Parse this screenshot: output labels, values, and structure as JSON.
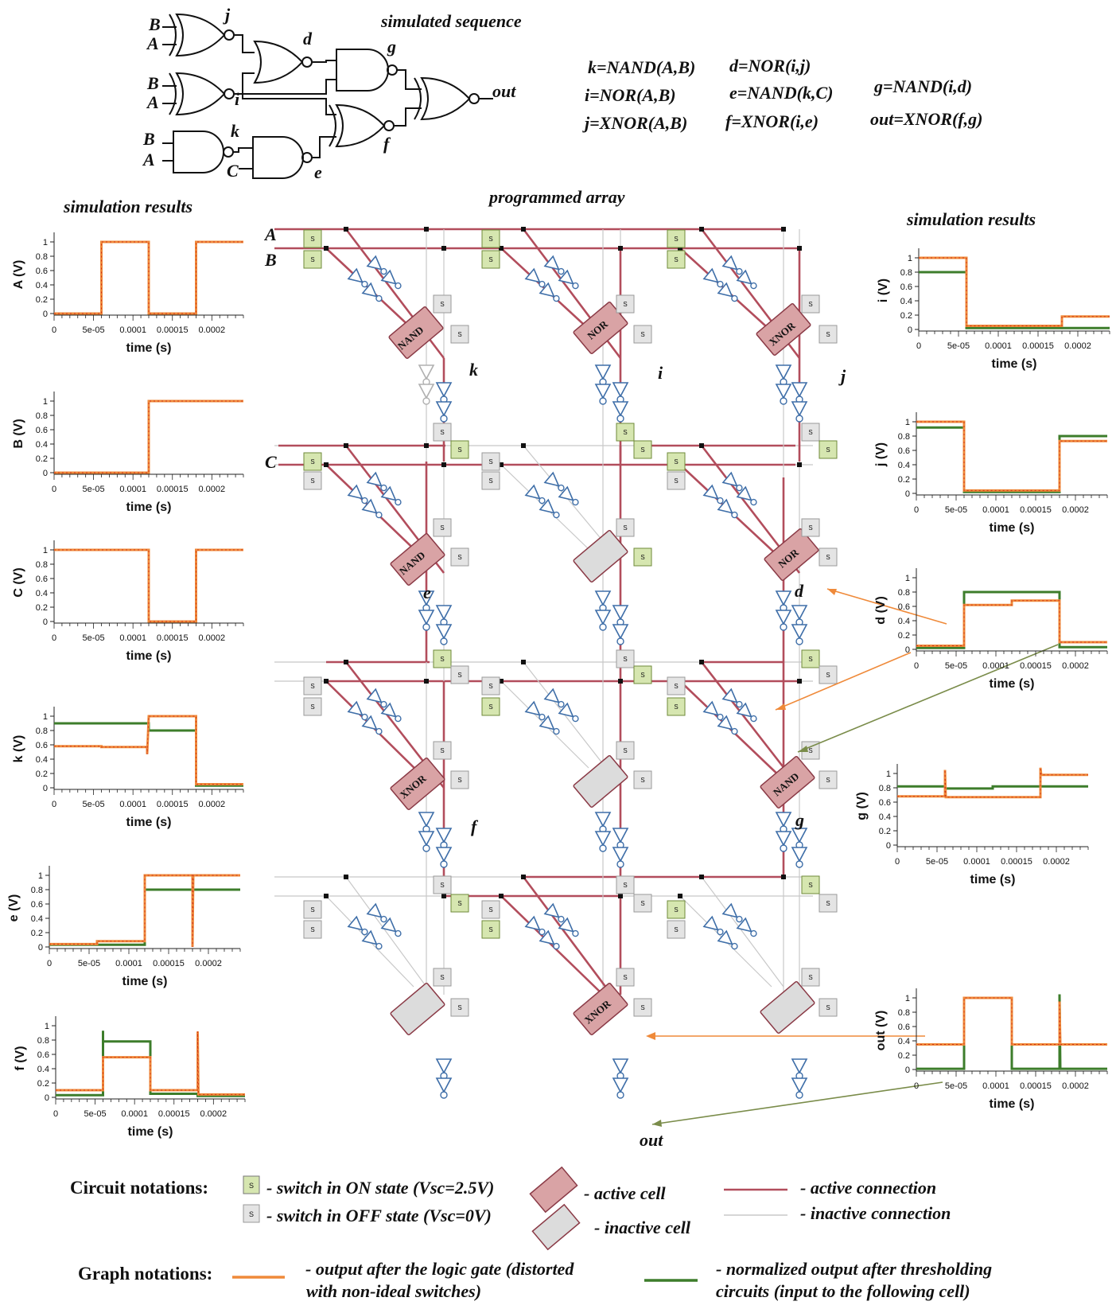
{
  "colors": {
    "orange": "#ef8a3a",
    "green": "#3d7d2b",
    "red": "#d0341c",
    "active_conn": "#b24d5c",
    "inactive_conn": "#c8c8c8",
    "active_cell": "#d9a3a5",
    "inactive_cell": "#dcdcdc",
    "switch_on": "#d6e6b0",
    "switch_off": "#e4e4e4",
    "buffer": "#3e6ea8"
  },
  "headers": {
    "simulated_sequence": "simulated sequence",
    "programmed_array": "programmed array",
    "simulation_results_left": "simulation results",
    "simulation_results_right": "simulation results"
  },
  "equations": [
    "k=NAND(A,B)",
    "i=NOR(A,B)",
    "j=XNOR(A,B)",
    "d=NOR(i,j)",
    "e=NAND(k,C)",
    "f=XNOR(i,e)",
    "g=NAND(i,d)",
    "out=XNOR(f,g)"
  ],
  "schematic_labels": [
    "B",
    "A",
    "j",
    "d",
    "g",
    "out",
    "B",
    "A",
    "i",
    "B",
    "A",
    "k",
    "C",
    "e",
    "f"
  ],
  "array": {
    "row_labels": [
      "A",
      "B",
      "C"
    ],
    "switch_label": "S",
    "cell_labels": [
      "NAND",
      "NOR",
      "XNOR",
      "NAND",
      "NOR",
      "XNOR",
      "NAND",
      "XNOR"
    ],
    "node_labels": [
      "k",
      "i",
      "j",
      "e",
      "d",
      "f",
      "g",
      "out"
    ]
  },
  "chart_data": [
    {
      "type": "line",
      "ylabel": "A (V)",
      "xlabel": "time (s)",
      "yticks": [
        "0",
        "0.2",
        "0.4",
        "0.6",
        "0.8",
        "1"
      ],
      "xticks": [
        "0",
        "5e-05",
        "0.0001",
        "0.00015",
        "0.0002"
      ],
      "ylim": [
        0,
        1
      ],
      "xlim": [
        0,
        0.00024
      ],
      "series": [
        {
          "color": "orange",
          "points": [
            [
              0,
              0
            ],
            [
              6e-05,
              0
            ],
            [
              6e-05,
              1
            ],
            [
              0.00012,
              1
            ],
            [
              0.00012,
              0
            ],
            [
              0.00018,
              0
            ],
            [
              0.00018,
              1
            ],
            [
              0.00024,
              1
            ]
          ]
        }
      ]
    },
    {
      "type": "line",
      "ylabel": "B (V)",
      "xlabel": "time (s)",
      "yticks": [
        "0",
        "0.2",
        "0.4",
        "0.6",
        "0.8",
        "1"
      ],
      "xticks": [
        "0",
        "5e-05",
        "0.0001",
        "0.00015",
        "0.0002"
      ],
      "ylim": [
        0,
        1
      ],
      "xlim": [
        0,
        0.00024
      ],
      "series": [
        {
          "color": "orange",
          "points": [
            [
              0,
              0
            ],
            [
              0.00012,
              0
            ],
            [
              0.00012,
              1
            ],
            [
              0.00024,
              1
            ]
          ]
        }
      ]
    },
    {
      "type": "line",
      "ylabel": "C (V)",
      "xlabel": "time (s)",
      "yticks": [
        "0",
        "0.2",
        "0.4",
        "0.6",
        "0.8",
        "1"
      ],
      "xticks": [
        "0",
        "5e-05",
        "0.0001",
        "0.00015",
        "0.0002"
      ],
      "ylim": [
        0,
        1
      ],
      "xlim": [
        0,
        0.00024
      ],
      "series": [
        {
          "color": "orange",
          "points": [
            [
              0,
              1
            ],
            [
              0.00012,
              1
            ],
            [
              0.00012,
              0
            ],
            [
              0.00018,
              0
            ],
            [
              0.00018,
              1
            ],
            [
              0.00024,
              1
            ]
          ]
        }
      ]
    },
    {
      "type": "line",
      "ylabel": "k (V)",
      "xlabel": "time (s)",
      "yticks": [
        "0",
        "0.2",
        "0.4",
        "0.6",
        "0.8",
        "1"
      ],
      "xticks": [
        "0",
        "5e-05",
        "0.0001",
        "0.00015",
        "0.0002"
      ],
      "ylim": [
        0,
        1
      ],
      "xlim": [
        0,
        0.00024
      ],
      "series": [
        {
          "color": "green",
          "points": [
            [
              0,
              0.9
            ],
            [
              0.00012,
              0.9
            ],
            [
              0.00012,
              0.8
            ],
            [
              0.00018,
              0.8
            ],
            [
              0.00018,
              0.03
            ],
            [
              0.00024,
              0.03
            ]
          ]
        },
        {
          "color": "orange",
          "points": [
            [
              0,
              0.58
            ],
            [
              6e-05,
              0.58
            ],
            [
              6e-05,
              0.57
            ],
            [
              0.000118,
              0.57
            ],
            [
              0.000118,
              0.47
            ],
            [
              0.00012,
              1
            ],
            [
              0.00018,
              1
            ],
            [
              0.00018,
              0.05
            ],
            [
              0.00024,
              0.05
            ]
          ]
        }
      ]
    },
    {
      "type": "line",
      "ylabel": "e (V)",
      "xlabel": "time (s)",
      "yticks": [
        "0",
        "0.2",
        "0.4",
        "0.6",
        "0.8",
        "1"
      ],
      "xticks": [
        "0",
        "5e-05",
        "0.0001",
        "0.00015",
        "0.0002"
      ],
      "ylim": [
        0,
        1
      ],
      "xlim": [
        0,
        0.00024
      ],
      "series": [
        {
          "color": "green",
          "points": [
            [
              0,
              0.03
            ],
            [
              0.00012,
              0.03
            ],
            [
              0.00012,
              0.8
            ],
            [
              0.00024,
              0.8
            ]
          ]
        },
        {
          "color": "orange",
          "points": [
            [
              0,
              0.04
            ],
            [
              6e-05,
              0.04
            ],
            [
              6e-05,
              0.08
            ],
            [
              0.00012,
              0.08
            ],
            [
              0.00012,
              1
            ],
            [
              0.00018,
              1
            ],
            [
              0.00018,
              0
            ],
            [
              0.000181,
              1
            ],
            [
              0.00024,
              1
            ]
          ]
        }
      ]
    },
    {
      "type": "line",
      "ylabel": "f (V)",
      "xlabel": "time (s)",
      "yticks": [
        "0",
        "0.2",
        "0.4",
        "0.6",
        "0.8",
        "1"
      ],
      "xticks": [
        "0",
        "5e-05",
        "0.0001",
        "0.00015",
        "0.0002"
      ],
      "ylim": [
        0,
        1
      ],
      "xlim": [
        0,
        0.00024
      ],
      "series": [
        {
          "color": "green",
          "points": [
            [
              0,
              0.03
            ],
            [
              6e-05,
              0.03
            ],
            [
              6e-05,
              0.93
            ],
            [
              6e-05,
              0.78
            ],
            [
              0.00012,
              0.78
            ],
            [
              0.00012,
              0.05
            ],
            [
              0.00018,
              0.05
            ],
            [
              0.00018,
              0.02
            ],
            [
              0.00024,
              0.02
            ]
          ]
        },
        {
          "color": "orange",
          "points": [
            [
              0,
              0.1
            ],
            [
              6e-05,
              0.1
            ],
            [
              6e-05,
              0.56
            ],
            [
              0.00012,
              0.56
            ],
            [
              0.00012,
              0.1
            ],
            [
              0.00018,
              0.1
            ],
            [
              0.00018,
              0.92
            ],
            [
              0.000181,
              0.04
            ],
            [
              0.00024,
              0.04
            ]
          ]
        }
      ]
    },
    {
      "type": "line",
      "ylabel": "i (V)",
      "xlabel": "time (s)",
      "yticks": [
        "0",
        "0.2",
        "0.4",
        "0.6",
        "0.8",
        "1"
      ],
      "xticks": [
        "0",
        "5e-05",
        "0.0001",
        "0.00015",
        "0.0002"
      ],
      "ylim": [
        0,
        1
      ],
      "xlim": [
        0,
        0.00024
      ],
      "series": [
        {
          "color": "green",
          "points": [
            [
              0,
              0.8
            ],
            [
              6e-05,
              0.8
            ],
            [
              6e-05,
              0.02
            ],
            [
              0.00024,
              0.02
            ]
          ]
        },
        {
          "color": "orange",
          "points": [
            [
              0,
              1
            ],
            [
              6e-05,
              1
            ],
            [
              6e-05,
              0.05
            ],
            [
              0.00018,
              0.05
            ],
            [
              0.00018,
              0.18
            ],
            [
              0.00024,
              0.18
            ]
          ]
        }
      ]
    },
    {
      "type": "line",
      "ylabel": "j (V)",
      "xlabel": "time (s)",
      "yticks": [
        "0",
        "0.2",
        "0.4",
        "0.6",
        "0.8",
        "1"
      ],
      "xticks": [
        "0",
        "5e-05",
        "0.0001",
        "0.00015",
        "0.0002"
      ],
      "ylim": [
        0,
        1
      ],
      "xlim": [
        0,
        0.00024
      ],
      "series": [
        {
          "color": "green",
          "points": [
            [
              0,
              0.92
            ],
            [
              6e-05,
              0.92
            ],
            [
              6e-05,
              0.02
            ],
            [
              0.00018,
              0.02
            ],
            [
              0.00018,
              0.8
            ],
            [
              0.00024,
              0.8
            ]
          ]
        },
        {
          "color": "orange",
          "points": [
            [
              0,
              1
            ],
            [
              6e-05,
              1
            ],
            [
              6e-05,
              0.04
            ],
            [
              0.00018,
              0.04
            ],
            [
              0.00018,
              0.73
            ],
            [
              0.00024,
              0.73
            ]
          ]
        }
      ]
    },
    {
      "type": "line",
      "ylabel": "d (V)",
      "xlabel": "time (s)",
      "yticks": [
        "0",
        "0.2",
        "0.4",
        "0.6",
        "0.8",
        "1"
      ],
      "xticks": [
        "0",
        "5e-05",
        "0.0001",
        "0.00015",
        "0.0002"
      ],
      "ylim": [
        0,
        1
      ],
      "xlim": [
        0,
        0.00024
      ],
      "series": [
        {
          "color": "green",
          "points": [
            [
              0,
              0.02
            ],
            [
              6e-05,
              0.02
            ],
            [
              6e-05,
              0.8
            ],
            [
              0.00018,
              0.8
            ],
            [
              0.00018,
              0.03
            ],
            [
              0.00024,
              0.03
            ]
          ]
        },
        {
          "color": "orange",
          "points": [
            [
              0,
              0.05
            ],
            [
              6e-05,
              0.05
            ],
            [
              6e-05,
              0.62
            ],
            [
              0.00012,
              0.62
            ],
            [
              0.00012,
              0.68
            ],
            [
              0.00018,
              0.68
            ],
            [
              0.00018,
              0.1
            ],
            [
              0.00024,
              0.1
            ]
          ]
        }
      ]
    },
    {
      "type": "line",
      "ylabel": "g (V)",
      "xlabel": "time (s)",
      "yticks": [
        "0",
        "0.2",
        "0.4",
        "0.6",
        "0.8",
        "1"
      ],
      "xticks": [
        "0",
        "5e-05",
        "0.0001",
        "0.00015",
        "0.0002"
      ],
      "ylim": [
        0,
        1
      ],
      "xlim": [
        0,
        0.00024
      ],
      "series": [
        {
          "color": "green",
          "points": [
            [
              0,
              0.82
            ],
            [
              6e-05,
              0.82
            ],
            [
              6e-05,
              0.79
            ],
            [
              0.00012,
              0.79
            ],
            [
              0.00012,
              0.82
            ],
            [
              0.00024,
              0.82
            ]
          ]
        },
        {
          "color": "orange",
          "points": [
            [
              0,
              0.68
            ],
            [
              6e-05,
              0.68
            ],
            [
              6e-05,
              1.05
            ],
            [
              6.1e-05,
              0.67
            ],
            [
              0.00018,
              0.67
            ],
            [
              0.00018,
              1.08
            ],
            [
              0.000181,
              0.98
            ],
            [
              0.00024,
              0.98
            ]
          ]
        }
      ]
    },
    {
      "type": "line",
      "ylabel": "out (V)",
      "xlabel": "time (s)",
      "yticks": [
        "0",
        "0.2",
        "0.4",
        "0.6",
        "0.8",
        "1"
      ],
      "xticks": [
        "0",
        "5e-05",
        "0.0001",
        "0.00015",
        "0.0002"
      ],
      "ylim": [
        0,
        1
      ],
      "xlim": [
        0,
        0.00024
      ],
      "series": [
        {
          "color": "green",
          "points": [
            [
              0,
              0.01
            ],
            [
              6e-05,
              0.01
            ],
            [
              6e-05,
              1
            ],
            [
              0.00012,
              1
            ],
            [
              0.00012,
              0.01
            ],
            [
              0.00018,
              0.01
            ],
            [
              0.00018,
              1.05
            ],
            [
              0.000181,
              0.01
            ],
            [
              0.00024,
              0.01
            ]
          ]
        },
        {
          "color": "orange",
          "points": [
            [
              0,
              0.35
            ],
            [
              6e-05,
              0.35
            ],
            [
              6e-05,
              1
            ],
            [
              0.00012,
              1
            ],
            [
              0.00012,
              0.35
            ],
            [
              0.00018,
              0.35
            ],
            [
              0.00018,
              0.95
            ],
            [
              0.000181,
              0.35
            ],
            [
              0.00024,
              0.35
            ]
          ]
        }
      ]
    }
  ],
  "legend": {
    "circuit_title": "Circuit notations:",
    "switch_on": "- switch in ON state (Vsc=2.5V)",
    "switch_off": "- switch in OFF state (Vsc=0V)",
    "active_cell": "- active cell",
    "inactive_cell": "- inactive cell",
    "active_connection": "- active connection",
    "inactive_connection": "- inactive connection",
    "graph_title": "Graph notations:",
    "orange_line_1": "- output after the logic gate (distorted",
    "orange_line_2": "with non-ideal switches)",
    "green_line_1": "- normalized output after thresholding",
    "green_line_2": "circuits (input to the following cell)"
  }
}
